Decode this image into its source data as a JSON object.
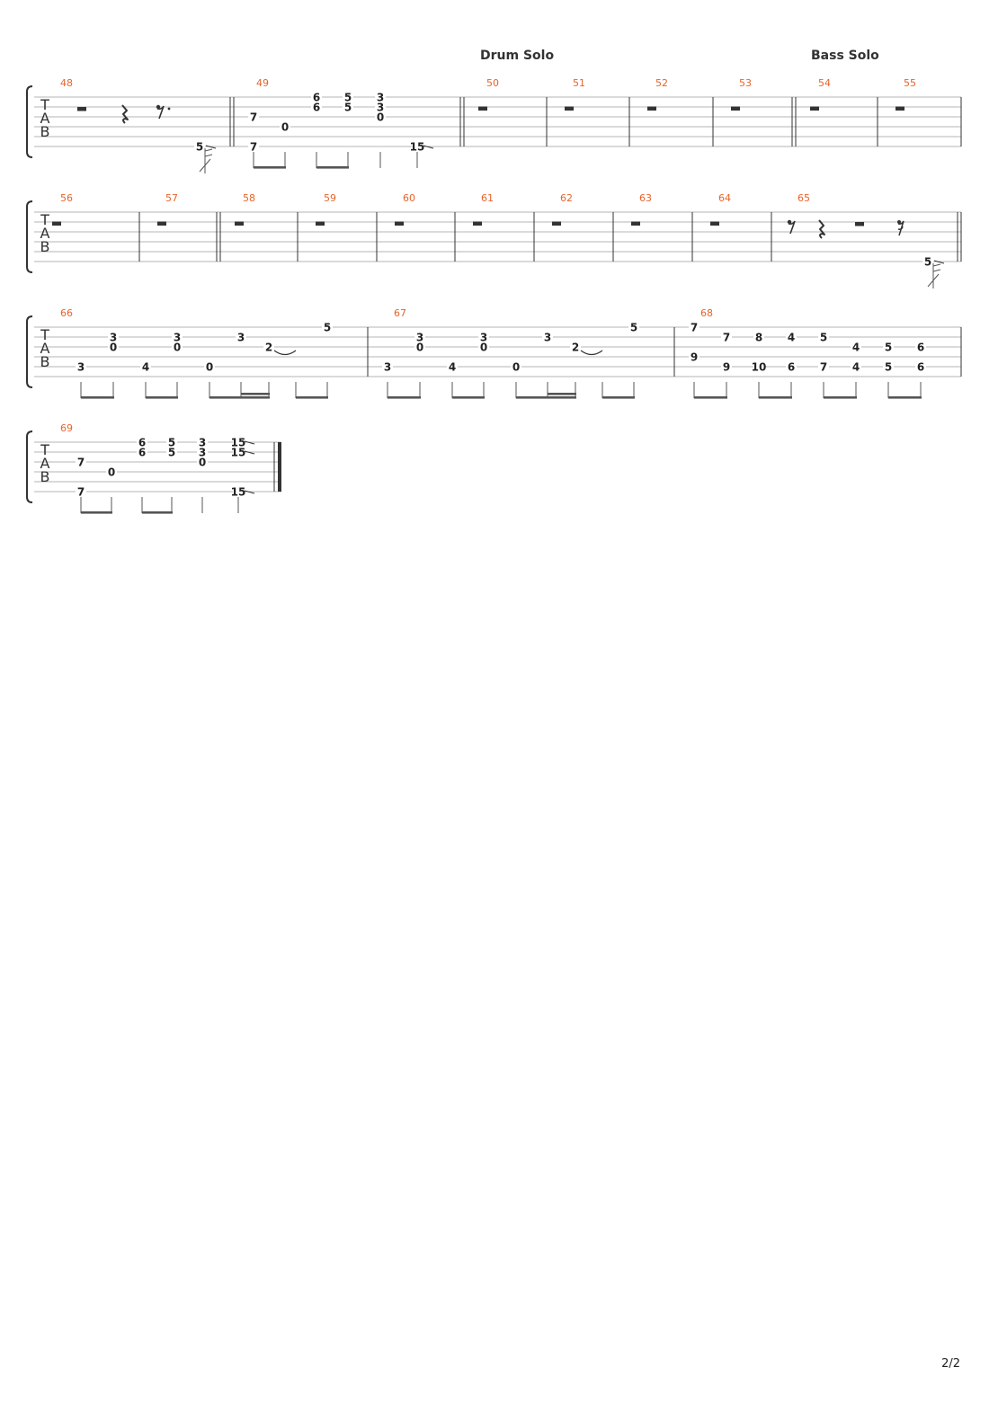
{
  "page": {
    "page_number": "2/2"
  },
  "colors": {
    "measure_number": "#e8632a",
    "staff_line": "#b5b5b5",
    "barline": "#333333",
    "fret_text": "#222222",
    "beam": "#555555"
  },
  "systems": [
    {
      "id": "system-1",
      "sections": [
        {
          "label": "Drum Solo",
          "at_measure": 50
        },
        {
          "label": "Bass Solo",
          "at_measure": 54
        }
      ],
      "measures": [
        {
          "number": "48",
          "content": "rests-and-pickup",
          "frets": [
            "5"
          ]
        },
        {
          "number": "49",
          "content": "chords",
          "frets": [
            "7",
            "7",
            "0",
            "6",
            "6",
            "5",
            "5",
            "3",
            "3",
            "0",
            "15"
          ]
        },
        {
          "number": "50",
          "content": "whole-rest"
        },
        {
          "number": "51",
          "content": "whole-rest"
        },
        {
          "number": "52",
          "content": "whole-rest"
        },
        {
          "number": "53",
          "content": "whole-rest"
        },
        {
          "number": "54",
          "content": "whole-rest"
        },
        {
          "number": "55",
          "content": "whole-rest"
        }
      ]
    },
    {
      "id": "system-2",
      "sections": [],
      "measures": [
        {
          "number": "56",
          "content": "whole-rest"
        },
        {
          "number": "57",
          "content": "whole-rest"
        },
        {
          "number": "58",
          "content": "whole-rest"
        },
        {
          "number": "59",
          "content": "whole-rest"
        },
        {
          "number": "60",
          "content": "whole-rest"
        },
        {
          "number": "61",
          "content": "whole-rest"
        },
        {
          "number": "62",
          "content": "whole-rest"
        },
        {
          "number": "63",
          "content": "whole-rest"
        },
        {
          "number": "64",
          "content": "whole-rest"
        },
        {
          "number": "65",
          "content": "rests-and-pickup",
          "frets": [
            "5"
          ]
        }
      ]
    },
    {
      "id": "system-3",
      "sections": [],
      "measures": [
        {
          "number": "66",
          "content": "riff",
          "frets": [
            "3",
            "3",
            "0",
            "4",
            "3",
            "0",
            "0",
            "3",
            "2",
            "5"
          ]
        },
        {
          "number": "67",
          "content": "riff",
          "frets": [
            "3",
            "3",
            "0",
            "4",
            "3",
            "0",
            "0",
            "3",
            "2",
            "5"
          ]
        },
        {
          "number": "68",
          "content": "run",
          "frets": [
            "7",
            "9",
            "7",
            "9",
            "8",
            "10",
            "4",
            "6",
            "5",
            "7",
            "4",
            "4",
            "5",
            "5",
            "6",
            "6"
          ]
        }
      ]
    },
    {
      "id": "system-4",
      "sections": [],
      "measures": [
        {
          "number": "69",
          "content": "ending",
          "frets": [
            "7",
            "7",
            "0",
            "6",
            "6",
            "5",
            "5",
            "3",
            "3",
            "0",
            "15",
            "15",
            "15"
          ]
        }
      ]
    }
  ]
}
